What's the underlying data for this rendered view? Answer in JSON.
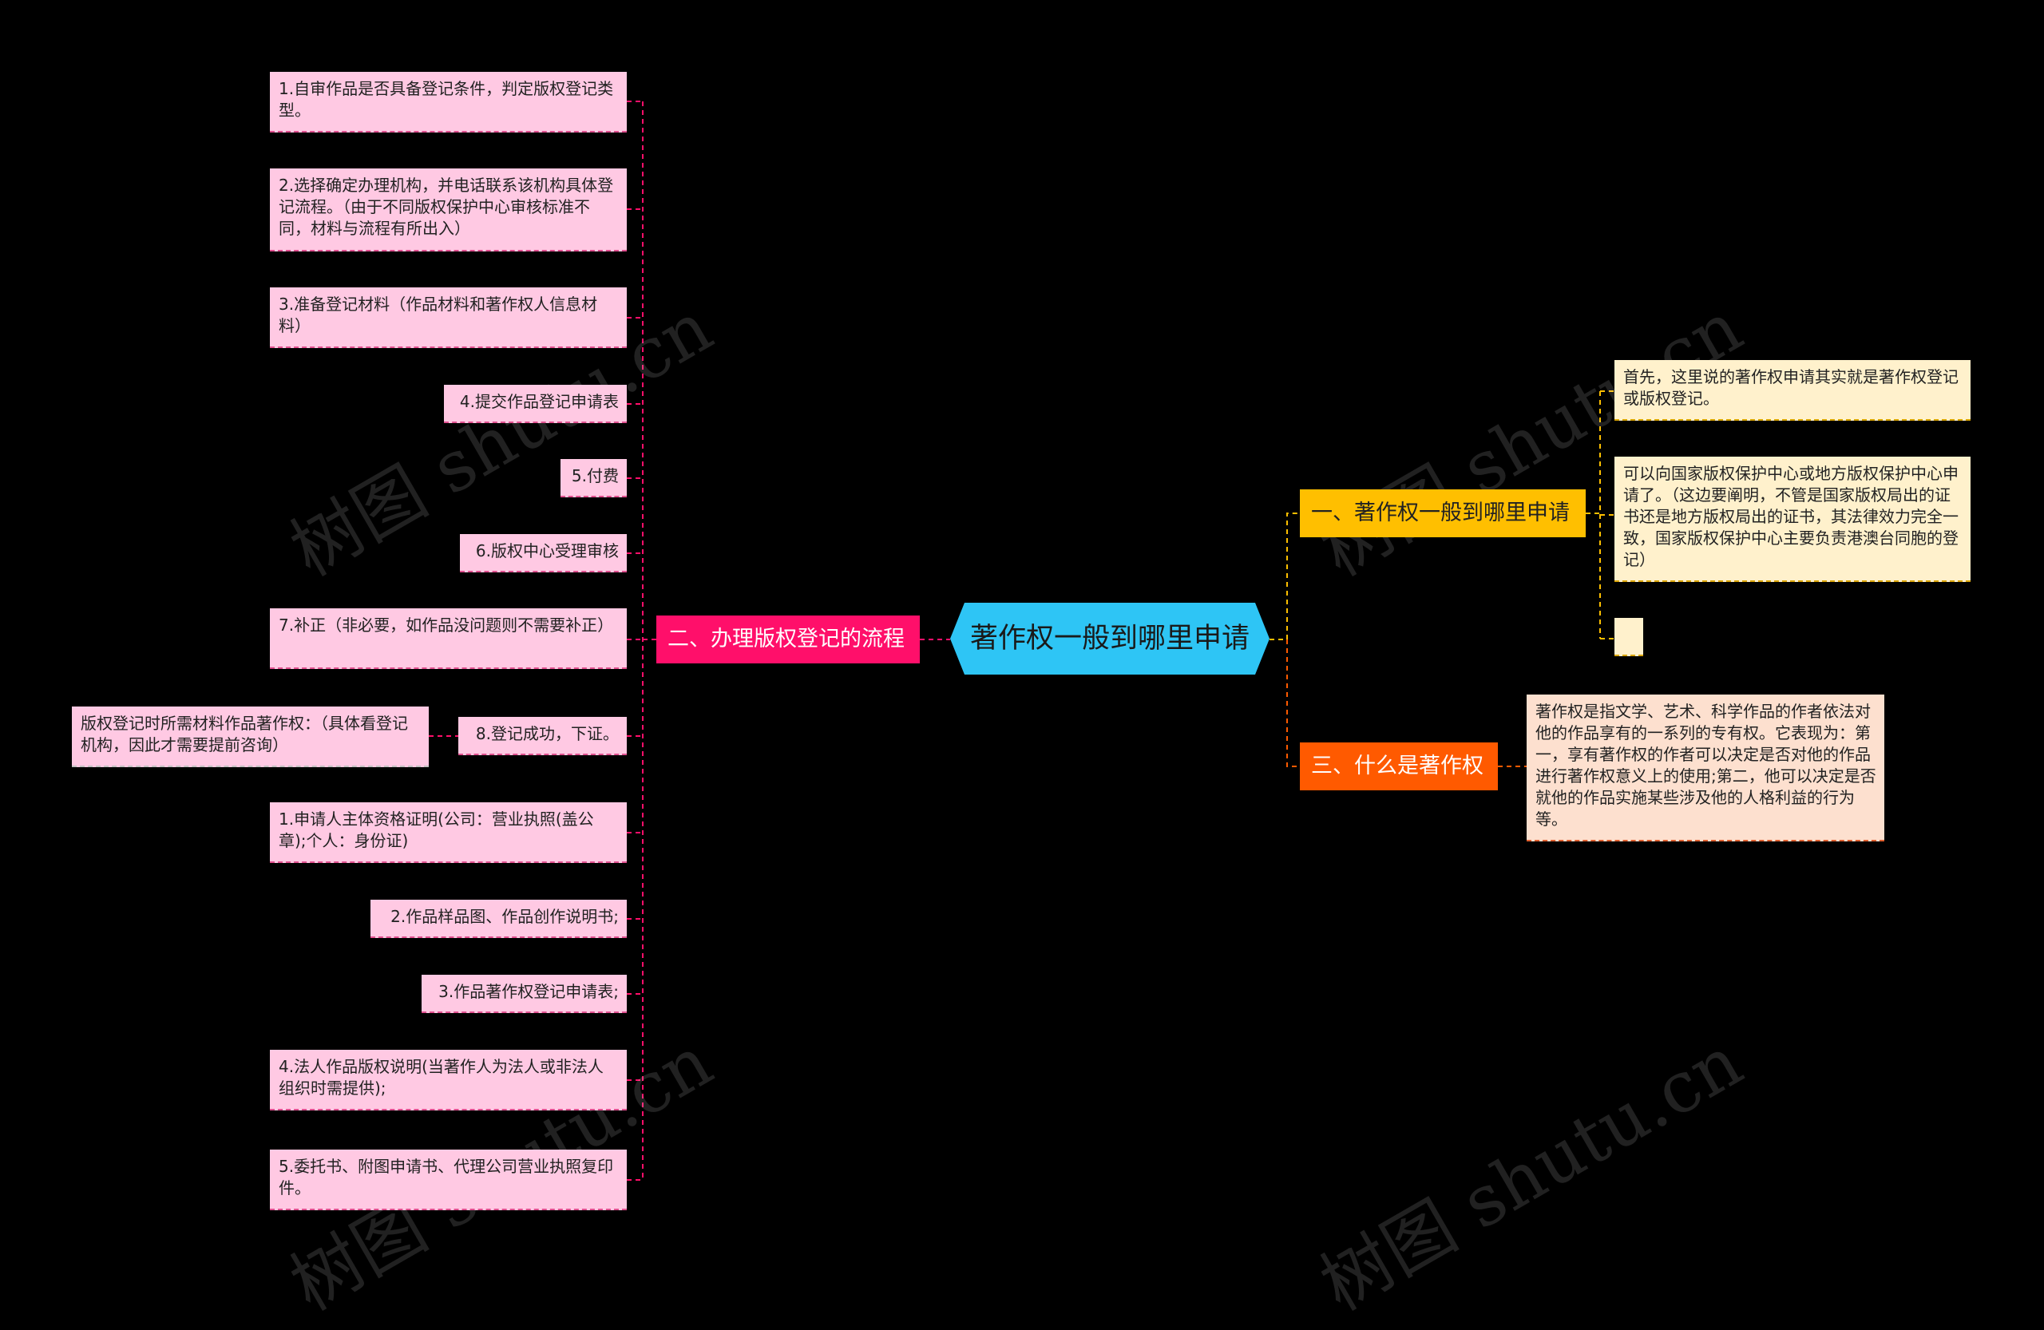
{
  "root": {
    "label": "著作权一般到哪里申请"
  },
  "branches": {
    "b1": {
      "label": "一、著作权一般到哪里申请"
    },
    "b2": {
      "label": "二、办理版权登记的流程"
    },
    "b3": {
      "label": "三、什么是著作权"
    }
  },
  "b1_items": [
    "首先，这里说的著作权申请其实就是著作权登记或版权登记。",
    "可以向国家版权保护中心或地方版权保护中心申请了。（这边要阐明，不管是国家版权局出的证书还是地方版权局出的证书，其法律效力完全一致，国家版权保护中心主要负责港澳台同胞的登记）",
    ""
  ],
  "b3_items": [
    "著作权是指文学、艺术、科学作品的作者依法对他的作品享有的一系列的专有权。它表现为：第一，享有著作权的作者可以决定是否对他的作品进行著作权意义上的使用;第二，他可以决定是否就他的作品实施某些涉及他的人格利益的行为等。"
  ],
  "b2_items": [
    "1.自审作品是否具备登记条件，判定版权登记类型。",
    "2.选择确定办理机构，并电话联系该机构具体登记流程。（由于不同版权保护中心审核标准不同，材料与流程有所出入）",
    "3.准备登记材料（作品材料和著作权人信息材料）",
    "4.提交作品登记申请表",
    "5.付费",
    "6.版权中心受理审核",
    "7.补正（非必要，如作品没问题则不需要补正）",
    "8.登记成功，下证。",
    "1.申请人主体资格证明(公司：营业执照(盖公章);个人：身份证)",
    "2.作品样品图、作品创作说明书;",
    "3.作品著作权登记申请表;",
    "4.法人作品版权说明(当著作人为法人或非法人组织时需提供);",
    "5.委托书、附图申请书、代理公司营业执照复印件。"
  ],
  "b2_sub": {
    "label": "版权登记时所需材料作品著作权：（具体看登记机构，因此才需要提前咨询）"
  },
  "watermark": "树图 shutu.cn",
  "colors": {
    "background": "#000000",
    "root": "#2ec5f5",
    "pink": "#ff0f6a",
    "yellow": "#ffbf00",
    "orange": "#ff5a00"
  }
}
